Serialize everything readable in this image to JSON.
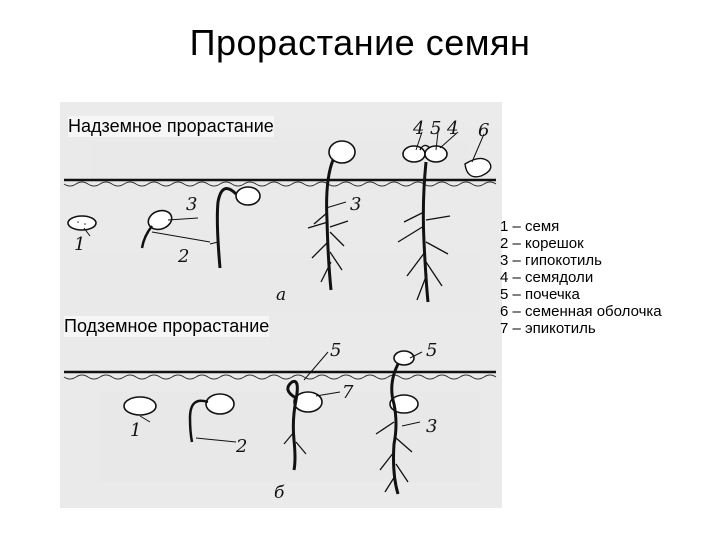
{
  "title": "Прорастание семян",
  "sections": {
    "above": {
      "label": "Надземное прорастание",
      "panel_letter": "а"
    },
    "below": {
      "label": "Подземное прорастание",
      "panel_letter": "б"
    }
  },
  "figure_numbers": {
    "top": [
      "4",
      "5",
      "4",
      "6",
      "1",
      "3",
      "2",
      "3"
    ],
    "bottom": [
      "5",
      "5",
      "7",
      "1",
      "2",
      "3"
    ]
  },
  "legend": [
    "1 – семя",
    "2 – корешок",
    "3 – гипокотиль",
    "4 – семядоли",
    "5 – почечка",
    "6 – семенная оболочка",
    "7 – эпикотиль"
  ]
}
